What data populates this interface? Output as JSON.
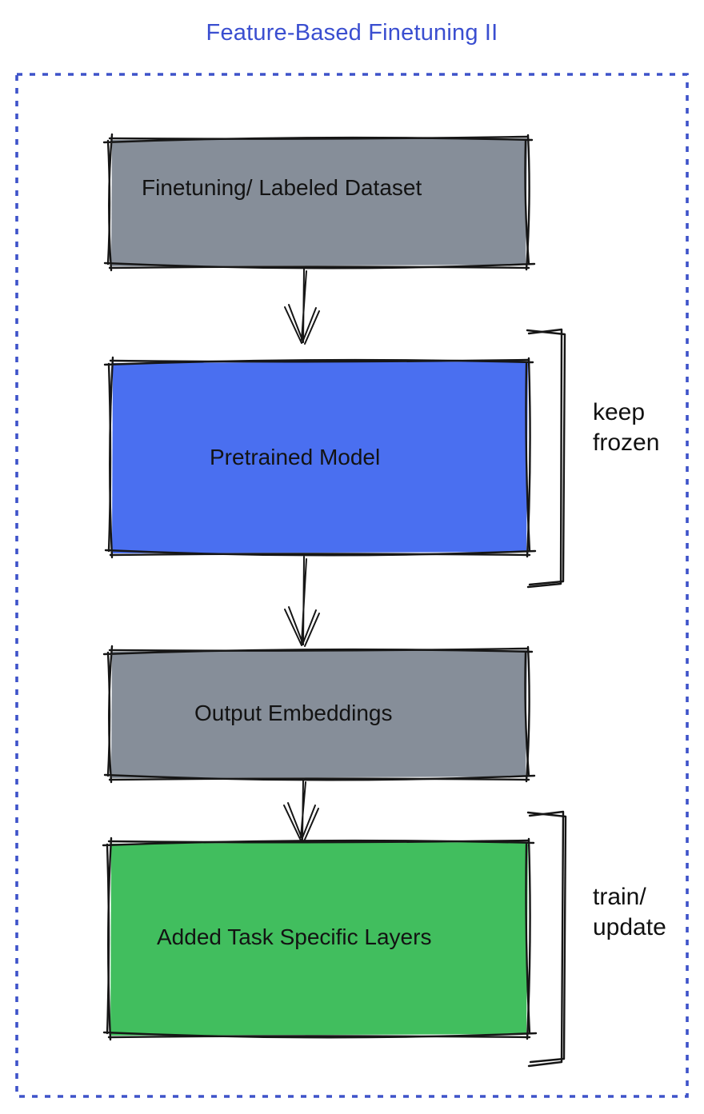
{
  "title": "Feature-Based Finetuning II",
  "colors": {
    "title": "#3A4ED0",
    "container_dots": "#3E53C9",
    "sketch_stroke": "#161616",
    "label_text": "#131313"
  },
  "diagram": {
    "nodes": [
      {
        "label": "Finetuning/ Labeled Dataset",
        "fill": "#868E99"
      },
      {
        "label": "Pretrained Model",
        "fill": "#4A6FF0"
      },
      {
        "label": "Output Embeddings",
        "fill": "#868E99"
      },
      {
        "label": "Added Task Specific Layers",
        "fill": "#41BE5E"
      }
    ],
    "annotations": [
      {
        "lines": [
          "keep",
          "frozen"
        ],
        "target": "Pretrained Model"
      },
      {
        "lines": [
          "train/",
          "update"
        ],
        "target": "Added Task Specific Layers"
      }
    ]
  }
}
